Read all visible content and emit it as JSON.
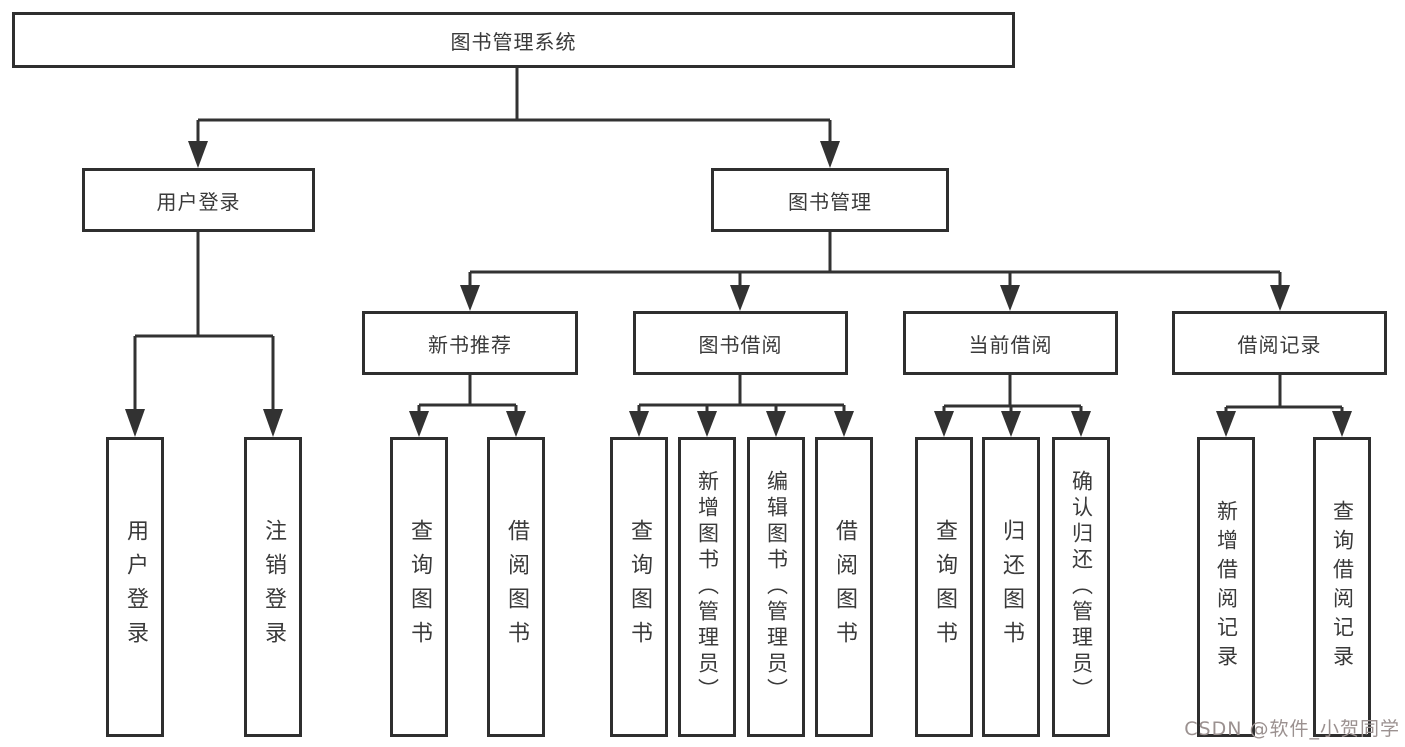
{
  "colors": {
    "background": "#ffffff",
    "line": "#323232",
    "box_border": "#2f2f2f",
    "text": "#3a3a3a",
    "watermark": "#9b9190"
  },
  "watermark": {
    "text": "CSDN @软件_小贺同学"
  },
  "tree": {
    "label": "图书管理系统",
    "children": [
      {
        "label": "用户登录",
        "children": [
          {
            "label": "用户登录"
          },
          {
            "label": "注销登录"
          }
        ]
      },
      {
        "label": "图书管理",
        "children": [
          {
            "label": "新书推荐",
            "children": [
              {
                "label": "查询图书"
              },
              {
                "label": "借阅图书"
              }
            ]
          },
          {
            "label": "图书借阅",
            "children": [
              {
                "label": "查询图书"
              },
              {
                "label": "新增图书（管理员）"
              },
              {
                "label": "编辑图书（管理员）"
              },
              {
                "label": "借阅图书"
              }
            ]
          },
          {
            "label": "当前借阅",
            "children": [
              {
                "label": "查询图书"
              },
              {
                "label": "归还图书"
              },
              {
                "label": "确认归还（管理员）"
              }
            ]
          },
          {
            "label": "借阅记录",
            "children": [
              {
                "label": "新增借阅记录"
              },
              {
                "label": "查询借阅记录"
              }
            ]
          }
        ]
      }
    ]
  }
}
